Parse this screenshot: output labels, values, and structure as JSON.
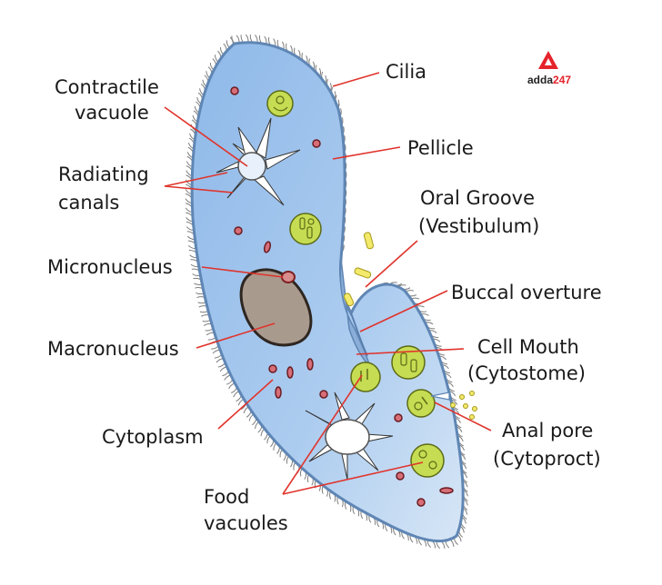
{
  "logo": {
    "brand": "adda",
    "suffix": "247",
    "color": "#e5232b"
  },
  "labels": {
    "cilia": "Cilia",
    "contractile_1": "Contractile",
    "contractile_2": "vacuole",
    "pellicle": "Pellicle",
    "radiating_1": "Radiating",
    "radiating_2": "canals",
    "oral_1": "Oral Groove",
    "oral_2": "(Vestibulum)",
    "micronucleus": "Micronucleus",
    "buccal": "Buccal overture",
    "macronucleus": "Macronucleus",
    "cellmouth_1": "Cell Mouth",
    "cellmouth_2": "(Cytostome)",
    "cytoplasm": "Cytoplasm",
    "anal_1": "Anal pore",
    "anal_2": "(Cytoproct)",
    "food_1": "Food",
    "food_2": "vacuoles"
  },
  "colors": {
    "cell_fill": "#9dc3ec",
    "cell_edge": "#5f86b4",
    "food_vacuole": "#c6dc52",
    "macronucleus": "#a99a8e",
    "leader": "#e0342c"
  }
}
